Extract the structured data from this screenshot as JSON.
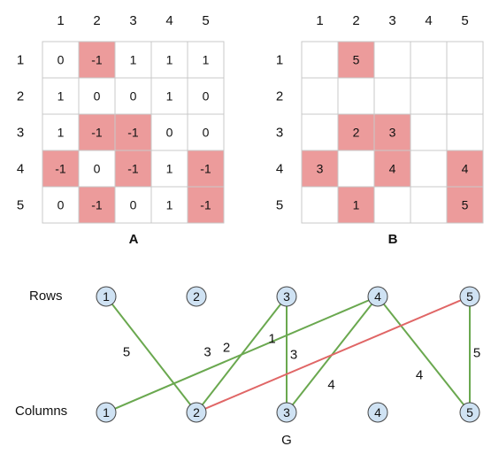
{
  "matrix_a": {
    "caption": "A",
    "col_labels": [
      "1",
      "2",
      "3",
      "4",
      "5"
    ],
    "row_labels": [
      "1",
      "2",
      "3",
      "4",
      "5"
    ],
    "cells": [
      [
        "0",
        "-1",
        "1",
        "1",
        "1"
      ],
      [
        "1",
        "0",
        "0",
        "1",
        "0"
      ],
      [
        "1",
        "-1",
        "-1",
        "0",
        "0"
      ],
      [
        "-1",
        "0",
        "-1",
        "1",
        "-1"
      ],
      [
        "0",
        "-1",
        "0",
        "1",
        "-1"
      ]
    ],
    "highlight": [
      [
        false,
        true,
        false,
        false,
        false
      ],
      [
        false,
        false,
        false,
        false,
        false
      ],
      [
        false,
        true,
        true,
        false,
        false
      ],
      [
        true,
        false,
        true,
        false,
        true
      ],
      [
        false,
        true,
        false,
        false,
        true
      ]
    ]
  },
  "matrix_b": {
    "caption": "B",
    "col_labels": [
      "1",
      "2",
      "3",
      "4",
      "5"
    ],
    "row_labels": [
      "1",
      "2",
      "3",
      "4",
      "5"
    ],
    "cells": [
      [
        "",
        "5",
        "",
        "",
        ""
      ],
      [
        "",
        "",
        "",
        "",
        ""
      ],
      [
        "",
        "2",
        "3",
        "",
        ""
      ],
      [
        "3",
        "",
        "4",
        "",
        "4"
      ],
      [
        "",
        "1",
        "",
        "",
        "5"
      ]
    ],
    "highlight": [
      [
        false,
        true,
        false,
        false,
        false
      ],
      [
        false,
        false,
        false,
        false,
        false
      ],
      [
        false,
        true,
        true,
        false,
        false
      ],
      [
        true,
        false,
        true,
        false,
        true
      ],
      [
        false,
        true,
        false,
        false,
        true
      ]
    ]
  },
  "graph": {
    "caption": "G",
    "rows_label": "Rows",
    "columns_label": "Columns",
    "row_nodes": [
      "1",
      "2",
      "3",
      "4",
      "5"
    ],
    "column_nodes": [
      "1",
      "2",
      "3",
      "4",
      "5"
    ],
    "edges": [
      {
        "from_row": "1",
        "to_col": "2",
        "label": "5",
        "color": "green"
      },
      {
        "from_row": "3",
        "to_col": "2",
        "label": "2",
        "color": "green"
      },
      {
        "from_row": "3",
        "to_col": "3",
        "label": "3",
        "color": "green"
      },
      {
        "from_row": "4",
        "to_col": "1",
        "label": "3",
        "color": "green"
      },
      {
        "from_row": "4",
        "to_col": "3",
        "label": "4",
        "color": "green"
      },
      {
        "from_row": "4",
        "to_col": "5",
        "label": "4",
        "color": "green"
      },
      {
        "from_row": "5",
        "to_col": "2",
        "label": "1",
        "color": "red"
      },
      {
        "from_row": "5",
        "to_col": "5",
        "label": "5",
        "color": "green"
      }
    ]
  },
  "colors": {
    "highlight_fill": "#ec9b9b",
    "grid_line": "#c9c9c9",
    "node_fill": "#cfe2f3",
    "node_stroke": "#444444",
    "edge_green": "#6aa84f",
    "edge_red": "#e06666"
  }
}
